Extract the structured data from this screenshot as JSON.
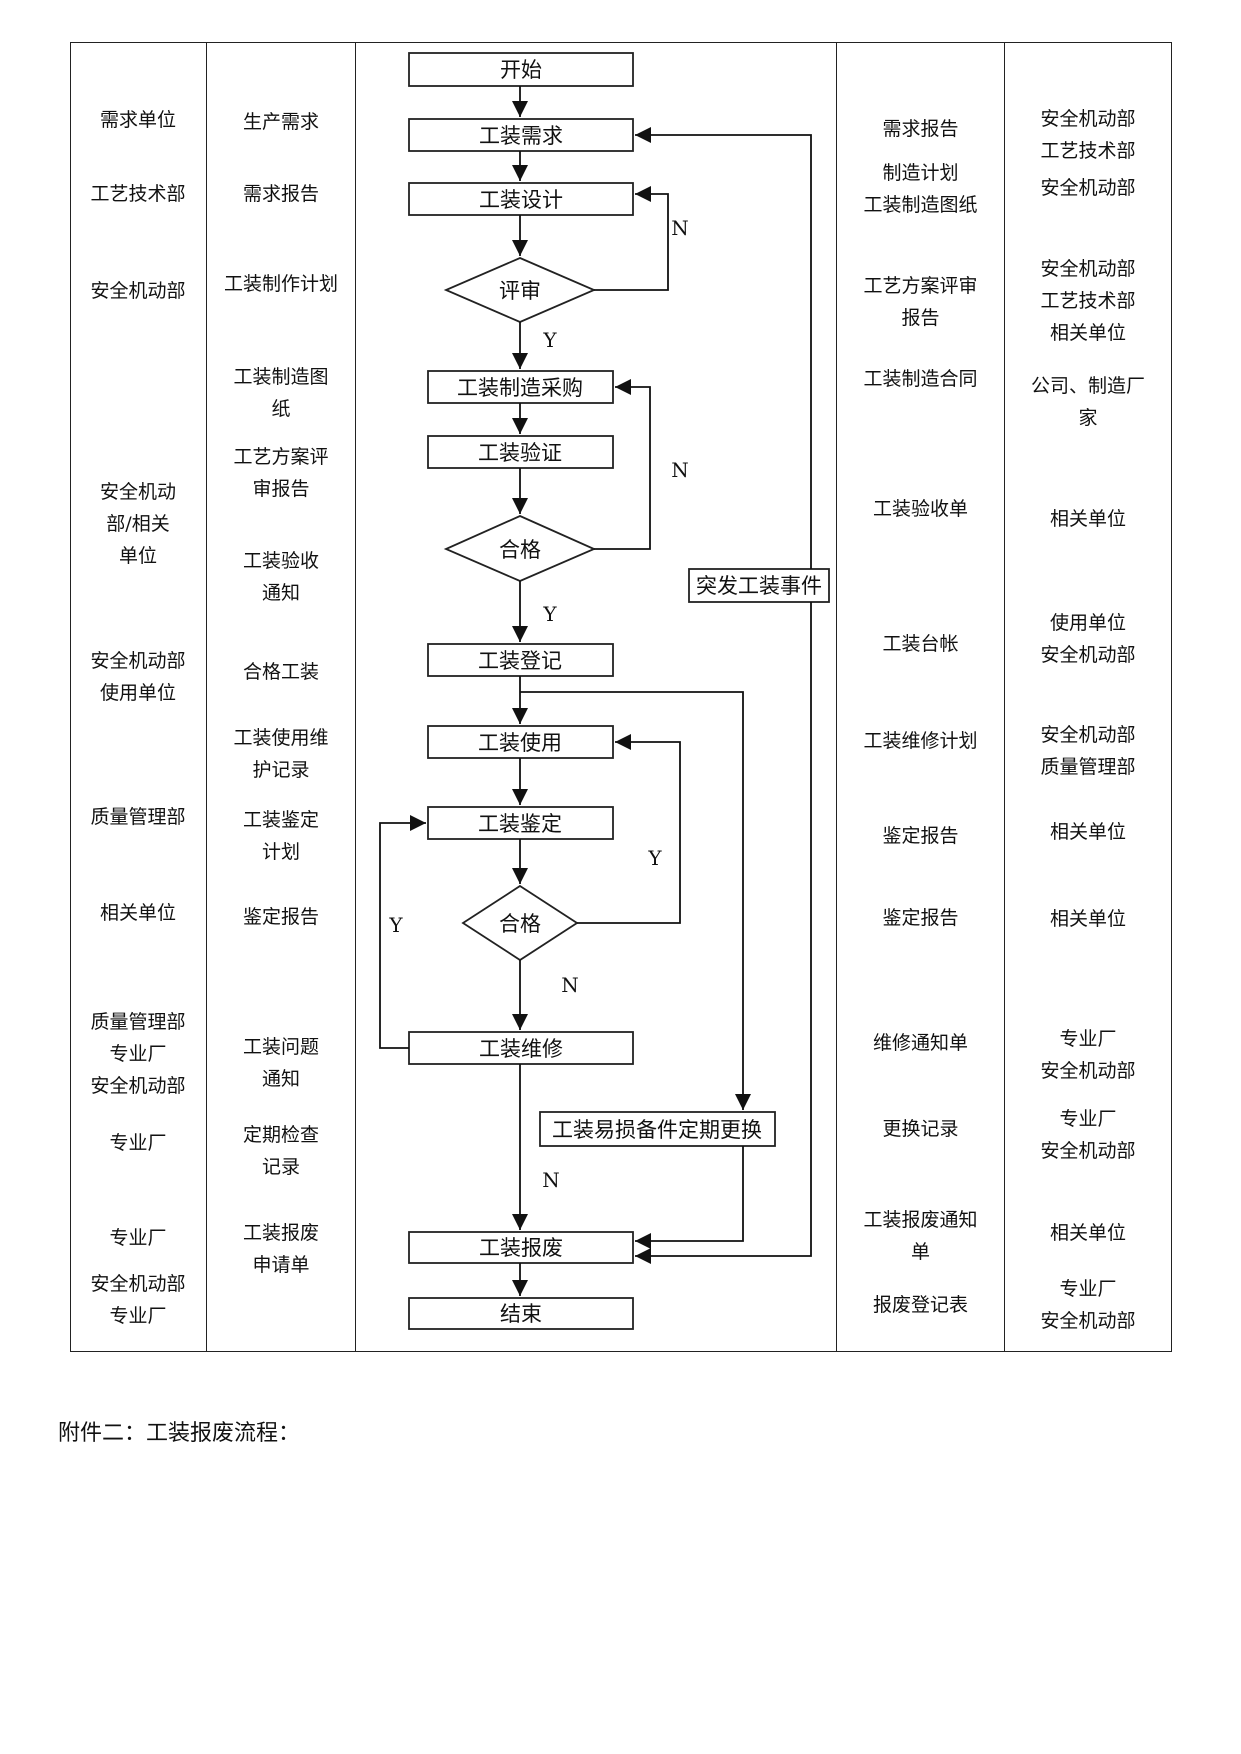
{
  "left_col1": [
    "需求单位",
    "工艺技术部",
    "安全机动部",
    "安全机动\n部/相关\n单位",
    "安全机动部\n使用单位",
    "质量管理部",
    "相关单位",
    "质量管理部\n专业厂\n安全机动部",
    "专业厂",
    "专业厂",
    "安全机动部\n专业厂"
  ],
  "left_col2": [
    "生产需求",
    "需求报告",
    "工装制作计划",
    "工装制造图\n纸",
    "工艺方案评\n审报告",
    "工装验收\n通知",
    "合格工装",
    "工装使用维\n护记录",
    "工装鉴定\n计划",
    "鉴定报告",
    "工装问题\n通知",
    "定期检查\n记录",
    "工装报废\n申请单"
  ],
  "flow": {
    "start": "开始",
    "demand": "工装需求",
    "design": "工装设计",
    "review": "评审",
    "procure": "工装制造采购",
    "verify": "工装验证",
    "pass1": "合格",
    "register": "工装登记",
    "use": "工装使用",
    "appraise": "工装鉴定",
    "pass2": "合格",
    "repair": "工装维修",
    "replace": "工装易损备件定期更换",
    "scrap": "工装报废",
    "end": "结束",
    "emergency": "突发工装事件",
    "y_label": "Y",
    "n_label": "N"
  },
  "right_col1": [
    "需求报告",
    "制造计划\n工装制造图纸",
    "工艺方案评审\n报告",
    "工装制造合同",
    "工装验收单",
    "工装台帐",
    "工装维修计划",
    "鉴定报告",
    "鉴定报告",
    "维修通知单",
    "更换记录",
    "工装报废通知\n单",
    "报废登记表"
  ],
  "right_col2": [
    "安全机动部\n工艺技术部",
    "安全机动部",
    "安全机动部\n工艺技术部\n相关单位",
    "公司、制造厂\n家",
    "相关单位",
    "使用单位\n安全机动部",
    "安全机动部\n质量管理部",
    "相关单位",
    "相关单位",
    "专业厂\n安全机动部",
    "专业厂\n安全机动部",
    "相关单位",
    "专业厂\n安全机动部"
  ],
  "caption": "附件二：工装报废流程："
}
